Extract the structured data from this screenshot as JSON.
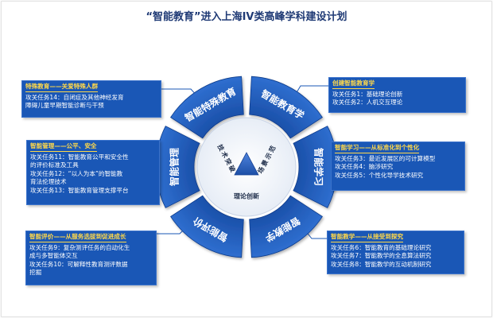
{
  "title": "“智能教育”进入上海IV类高峰学科建设计划",
  "wheel": {
    "segments": [
      {
        "label": "智能教育学"
      },
      {
        "label": "智能学习"
      },
      {
        "label": "智能教学"
      },
      {
        "label": "智能评价"
      },
      {
        "label": "智能管理"
      },
      {
        "label": "智能特殊教育"
      }
    ],
    "center": {
      "left": "技术突破",
      "right": "场景示范",
      "bottom": "理论创新"
    }
  },
  "panels": {
    "special": {
      "heading": "特殊教育——关爱特殊人群",
      "lines": [
        "攻关任务14：自闭症及其他神经发育",
        "障碍儿童早期智能诊断与干预"
      ]
    },
    "mgmt": {
      "heading": "智能管理——公平、安全",
      "lines": [
        "攻关任务11：智能教育公平和安全性",
        "的评价标准及工具",
        "攻关任务12：“以人为本”的智能教",
        "育法伦理技术",
        "攻关任务13：智能教育管理支撑平台"
      ]
    },
    "eval": {
      "heading": "智能评价——从服务选拔到促进成长",
      "lines": [
        "攻关任务9：复杂测评任务的自动化生",
        "成与多智能体交互",
        "攻关任务10：可解释性教育测评数据",
        "挖掘"
      ]
    },
    "edu": {
      "heading": "创建智能教育学",
      "lines": [
        "攻关任务1：基础理论创新",
        "攻关任务2：人机交互理论"
      ]
    },
    "learn": {
      "heading": "智能学习——从标准化到个性化",
      "lines": [
        "攻关任务3：最近发展区的可计算模型",
        "攻关任务4：脑涉研究",
        "攻关任务5：个性化导学技术研究"
      ]
    },
    "teach": {
      "heading": "智能教学——从接受到探究",
      "lines": [
        "攻关任务6：智能教育的基础理论研究",
        "攻关任务7：智能教学的全息算法研究",
        "攻关任务8：智能教学的互动机制研究"
      ]
    }
  },
  "colors": {
    "panel_bg": "#1a57b6",
    "panel_heading": "#ffd84a",
    "segment": "#1a57b6",
    "title": "#1f3a75",
    "triangle": "#2f66c4"
  }
}
